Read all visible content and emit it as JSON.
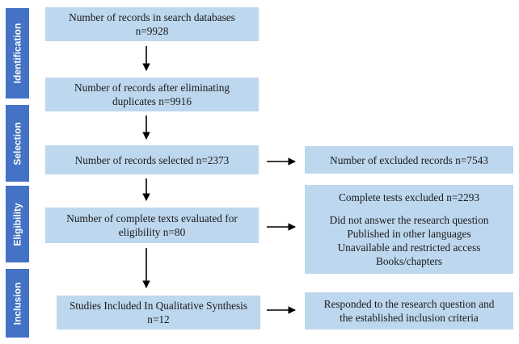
{
  "stages": {
    "identification": "Identification",
    "selection": "Selection",
    "eligibility": "Eligibility",
    "inclusion": "Inclusion"
  },
  "main_boxes": {
    "search": {
      "line1": "Number of records in search databases",
      "line2": "n=9928"
    },
    "duplicates": {
      "line1": "Number of records after eliminating",
      "line2": "duplicates n=9916"
    },
    "selected": {
      "line1": "Number of records selected n=2373"
    },
    "complete_texts": {
      "line1": "Number of complete texts evaluated for",
      "line2": "eligibility n=80"
    },
    "included": {
      "line1": "Studies Included In Qualitative Synthesis",
      "line2": "n=12"
    }
  },
  "side_boxes": {
    "excluded_records": {
      "line1": "Number of excluded records n=7543"
    },
    "excluded_texts": {
      "line1": "Complete tests excluded n=2293",
      "line2": "Did not answer the research question",
      "line3": "Published in other languages",
      "line4": "Unavailable and restricted access",
      "line5": "Books/chapters"
    },
    "criteria": {
      "line1": "Responded to the research question and",
      "line2": "the established inclusion criteria"
    }
  },
  "colors": {
    "stage_fill": "#4472c4",
    "box_fill": "#bdd7ee",
    "arrow": "#000000"
  }
}
